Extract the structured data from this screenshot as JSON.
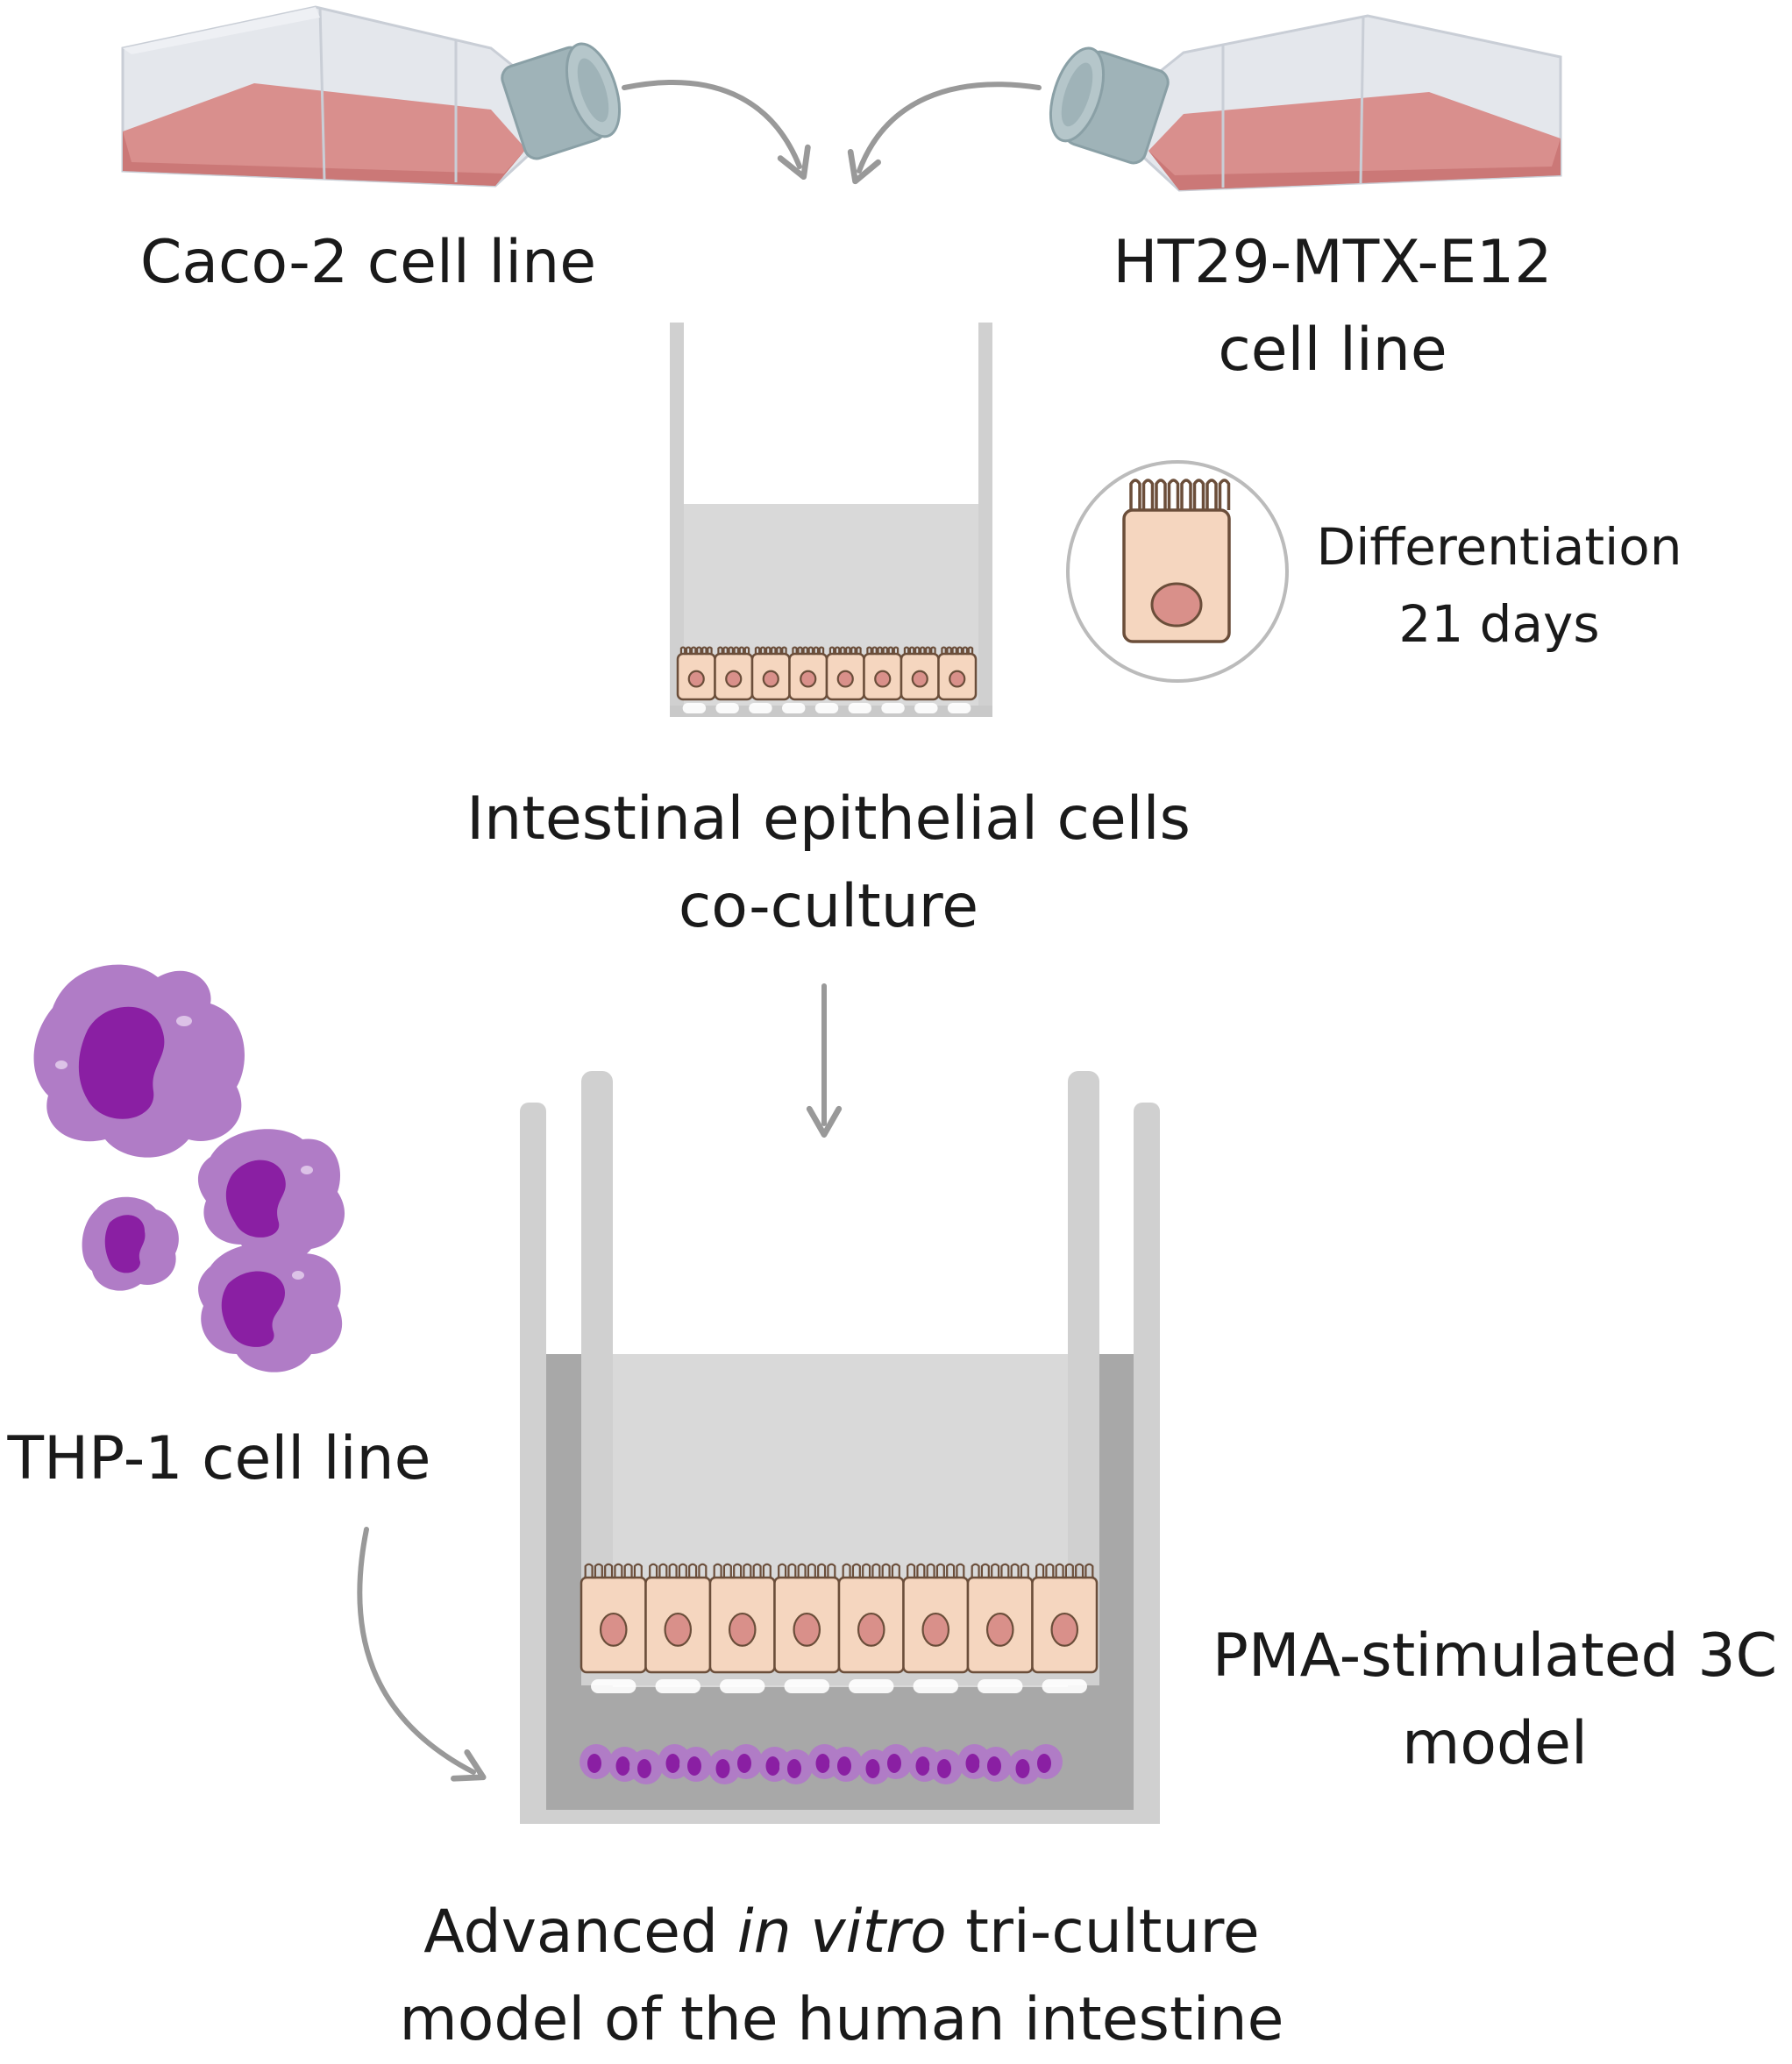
{
  "labels": {
    "caco2": "Caco-2 cell line",
    "ht29_line1": "HT29-MTX-E12",
    "ht29_line2": "cell line",
    "differentiation_line1": "Differentiation",
    "differentiation_line2": "21 days",
    "coculture_line1": "Intestinal epithelial cells",
    "coculture_line2": "co-culture",
    "thp1": "THP-1 cell line",
    "pma_line1": "PMA-stimulated 3C",
    "pma_line2": "model",
    "final_pre": "Advanced ",
    "final_italic": "in vitro",
    "final_post": " tri-culture",
    "final_line2": "model of the human intestine"
  },
  "icons": {
    "flask_left": "culture-flask-icon",
    "flask_right": "culture-flask-icon",
    "transwell_small": "transwell-insert-icon",
    "differentiated_cell": "enterocyte-cell-icon",
    "macrophages": "thp1-macrophage-cluster-icon",
    "transwell_large": "transwell-well-icon"
  },
  "colors": {
    "medium": "#d88a88",
    "flask_glass": "#e3e6ec",
    "cap": "#9fb3b8",
    "arrow": "#999999",
    "epithelial_cell": "#f5d6bf",
    "nucleus": "#d9908a",
    "macrophage": "#b07cc6",
    "macrophage_nucleus": "#8a1fa3",
    "well_dark": "#a8a8a8",
    "well_light": "#d9d9d9"
  }
}
